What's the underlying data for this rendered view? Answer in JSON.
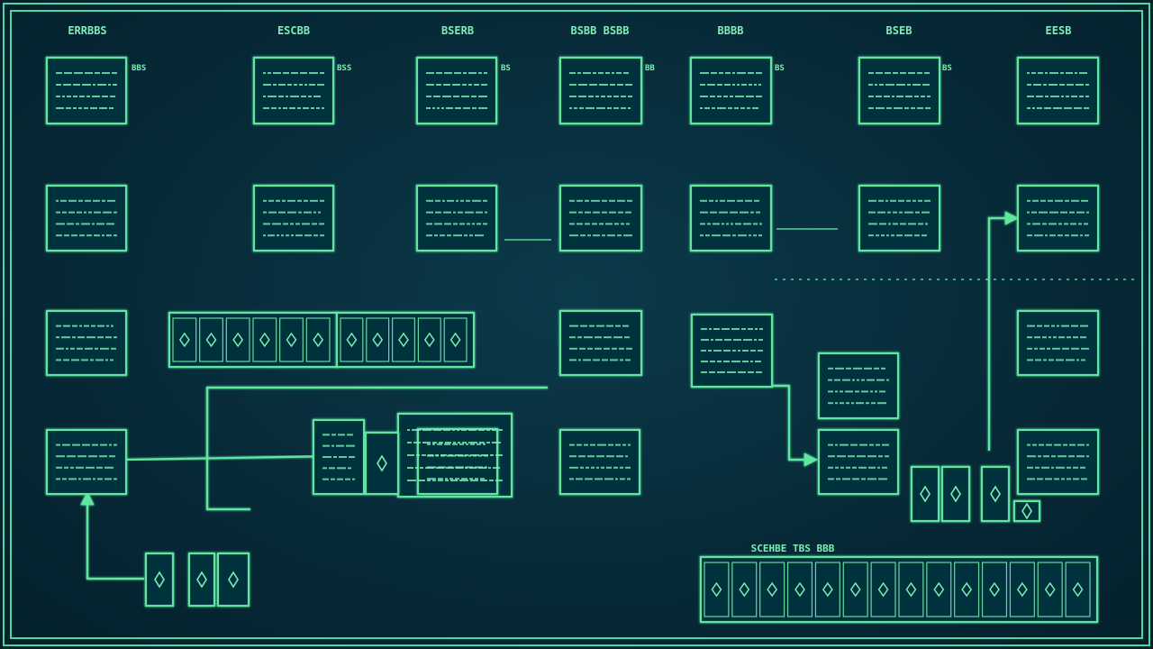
{
  "diagram": {
    "colors": {
      "line": "#5ee6a0",
      "text": "#7cf0b4",
      "background": "#072a38"
    },
    "column_headers": [
      "ERRBBS",
      "ESCBB",
      "BSERB",
      "BSBB BSBB",
      "BBBB",
      "BSEB",
      "EESB"
    ],
    "side_tags": [
      "BBS",
      "BSS",
      "BS",
      "BB",
      "BS",
      "BS"
    ]
  },
  "legend": {
    "title": "SCEHBE TBS BBB"
  }
}
